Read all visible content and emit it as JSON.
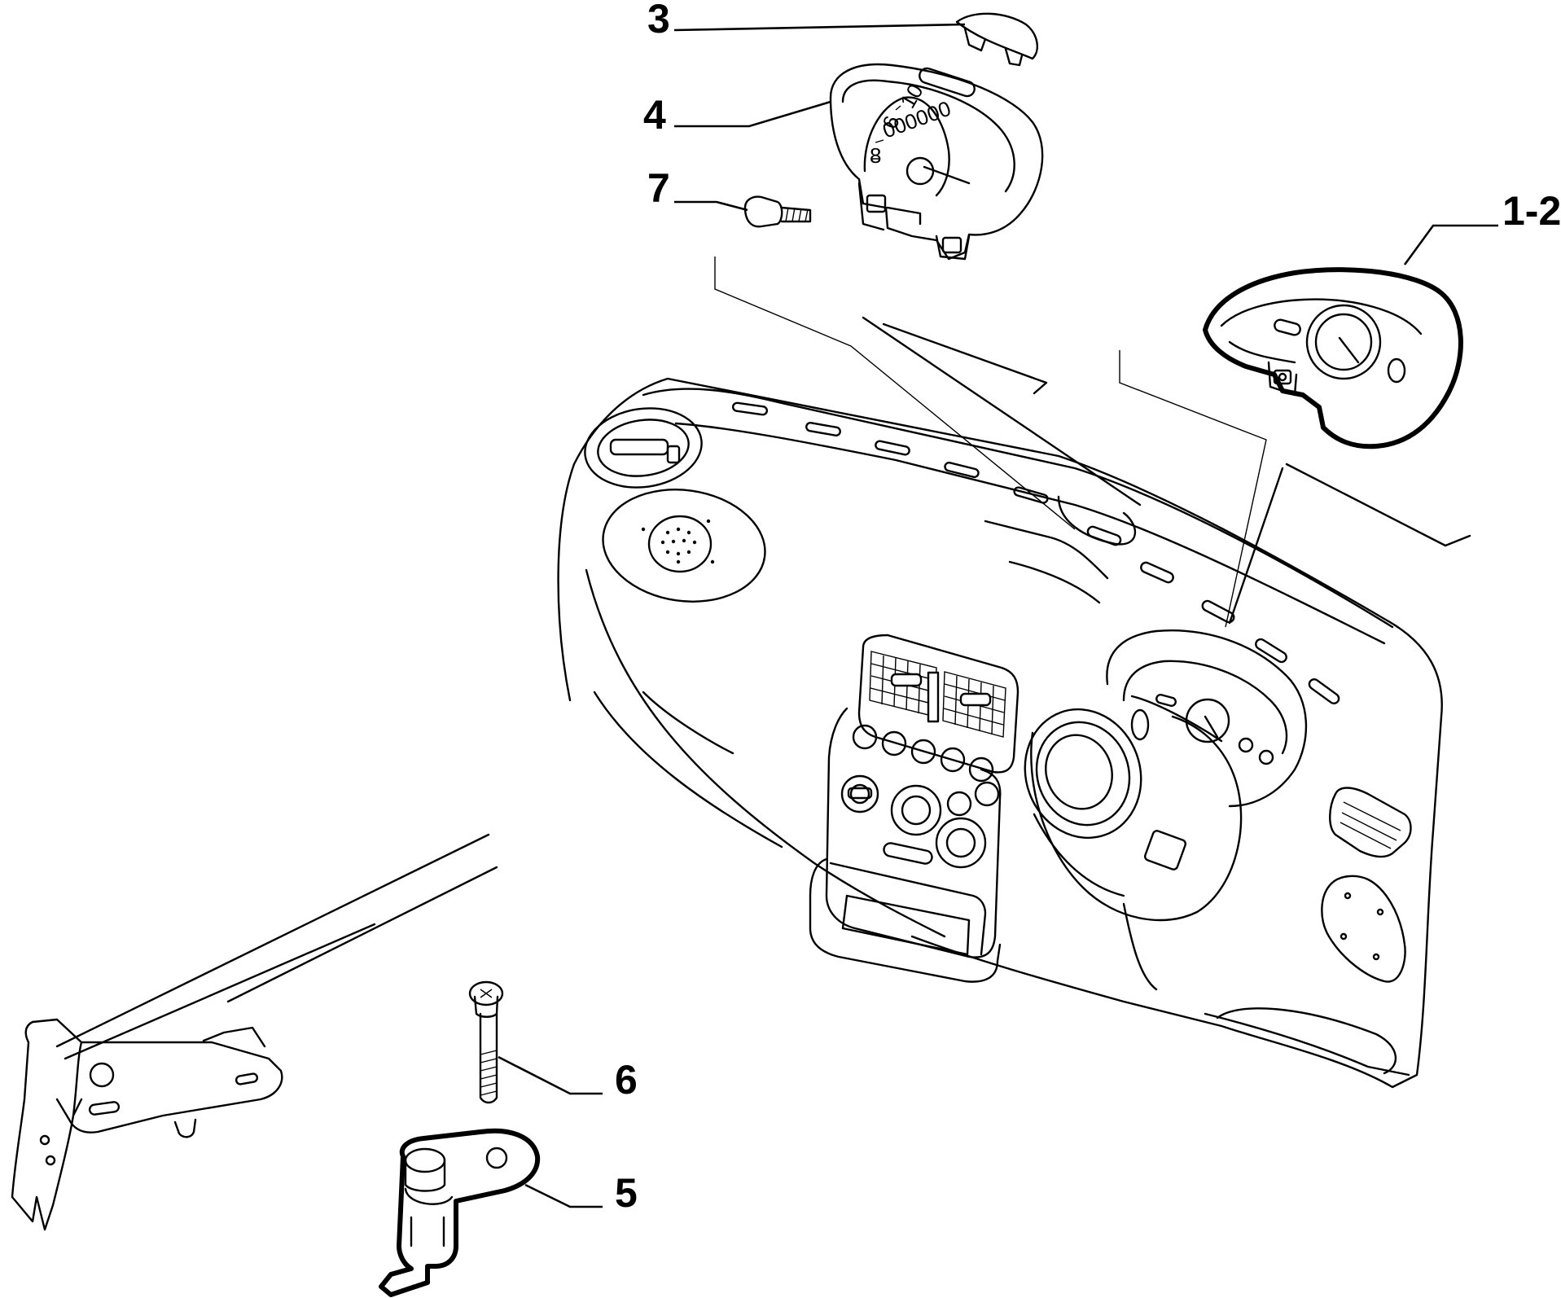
{
  "callouts": {
    "c1": "1-2",
    "c3": "3",
    "c4": "4",
    "c5": "5",
    "c6": "6",
    "c7": "7"
  },
  "dial_marks": {
    "d8": "8",
    "d6": "6",
    "d10": "10",
    "odo": "000000"
  },
  "colors": {
    "line": "#000000",
    "background": "#ffffff"
  }
}
